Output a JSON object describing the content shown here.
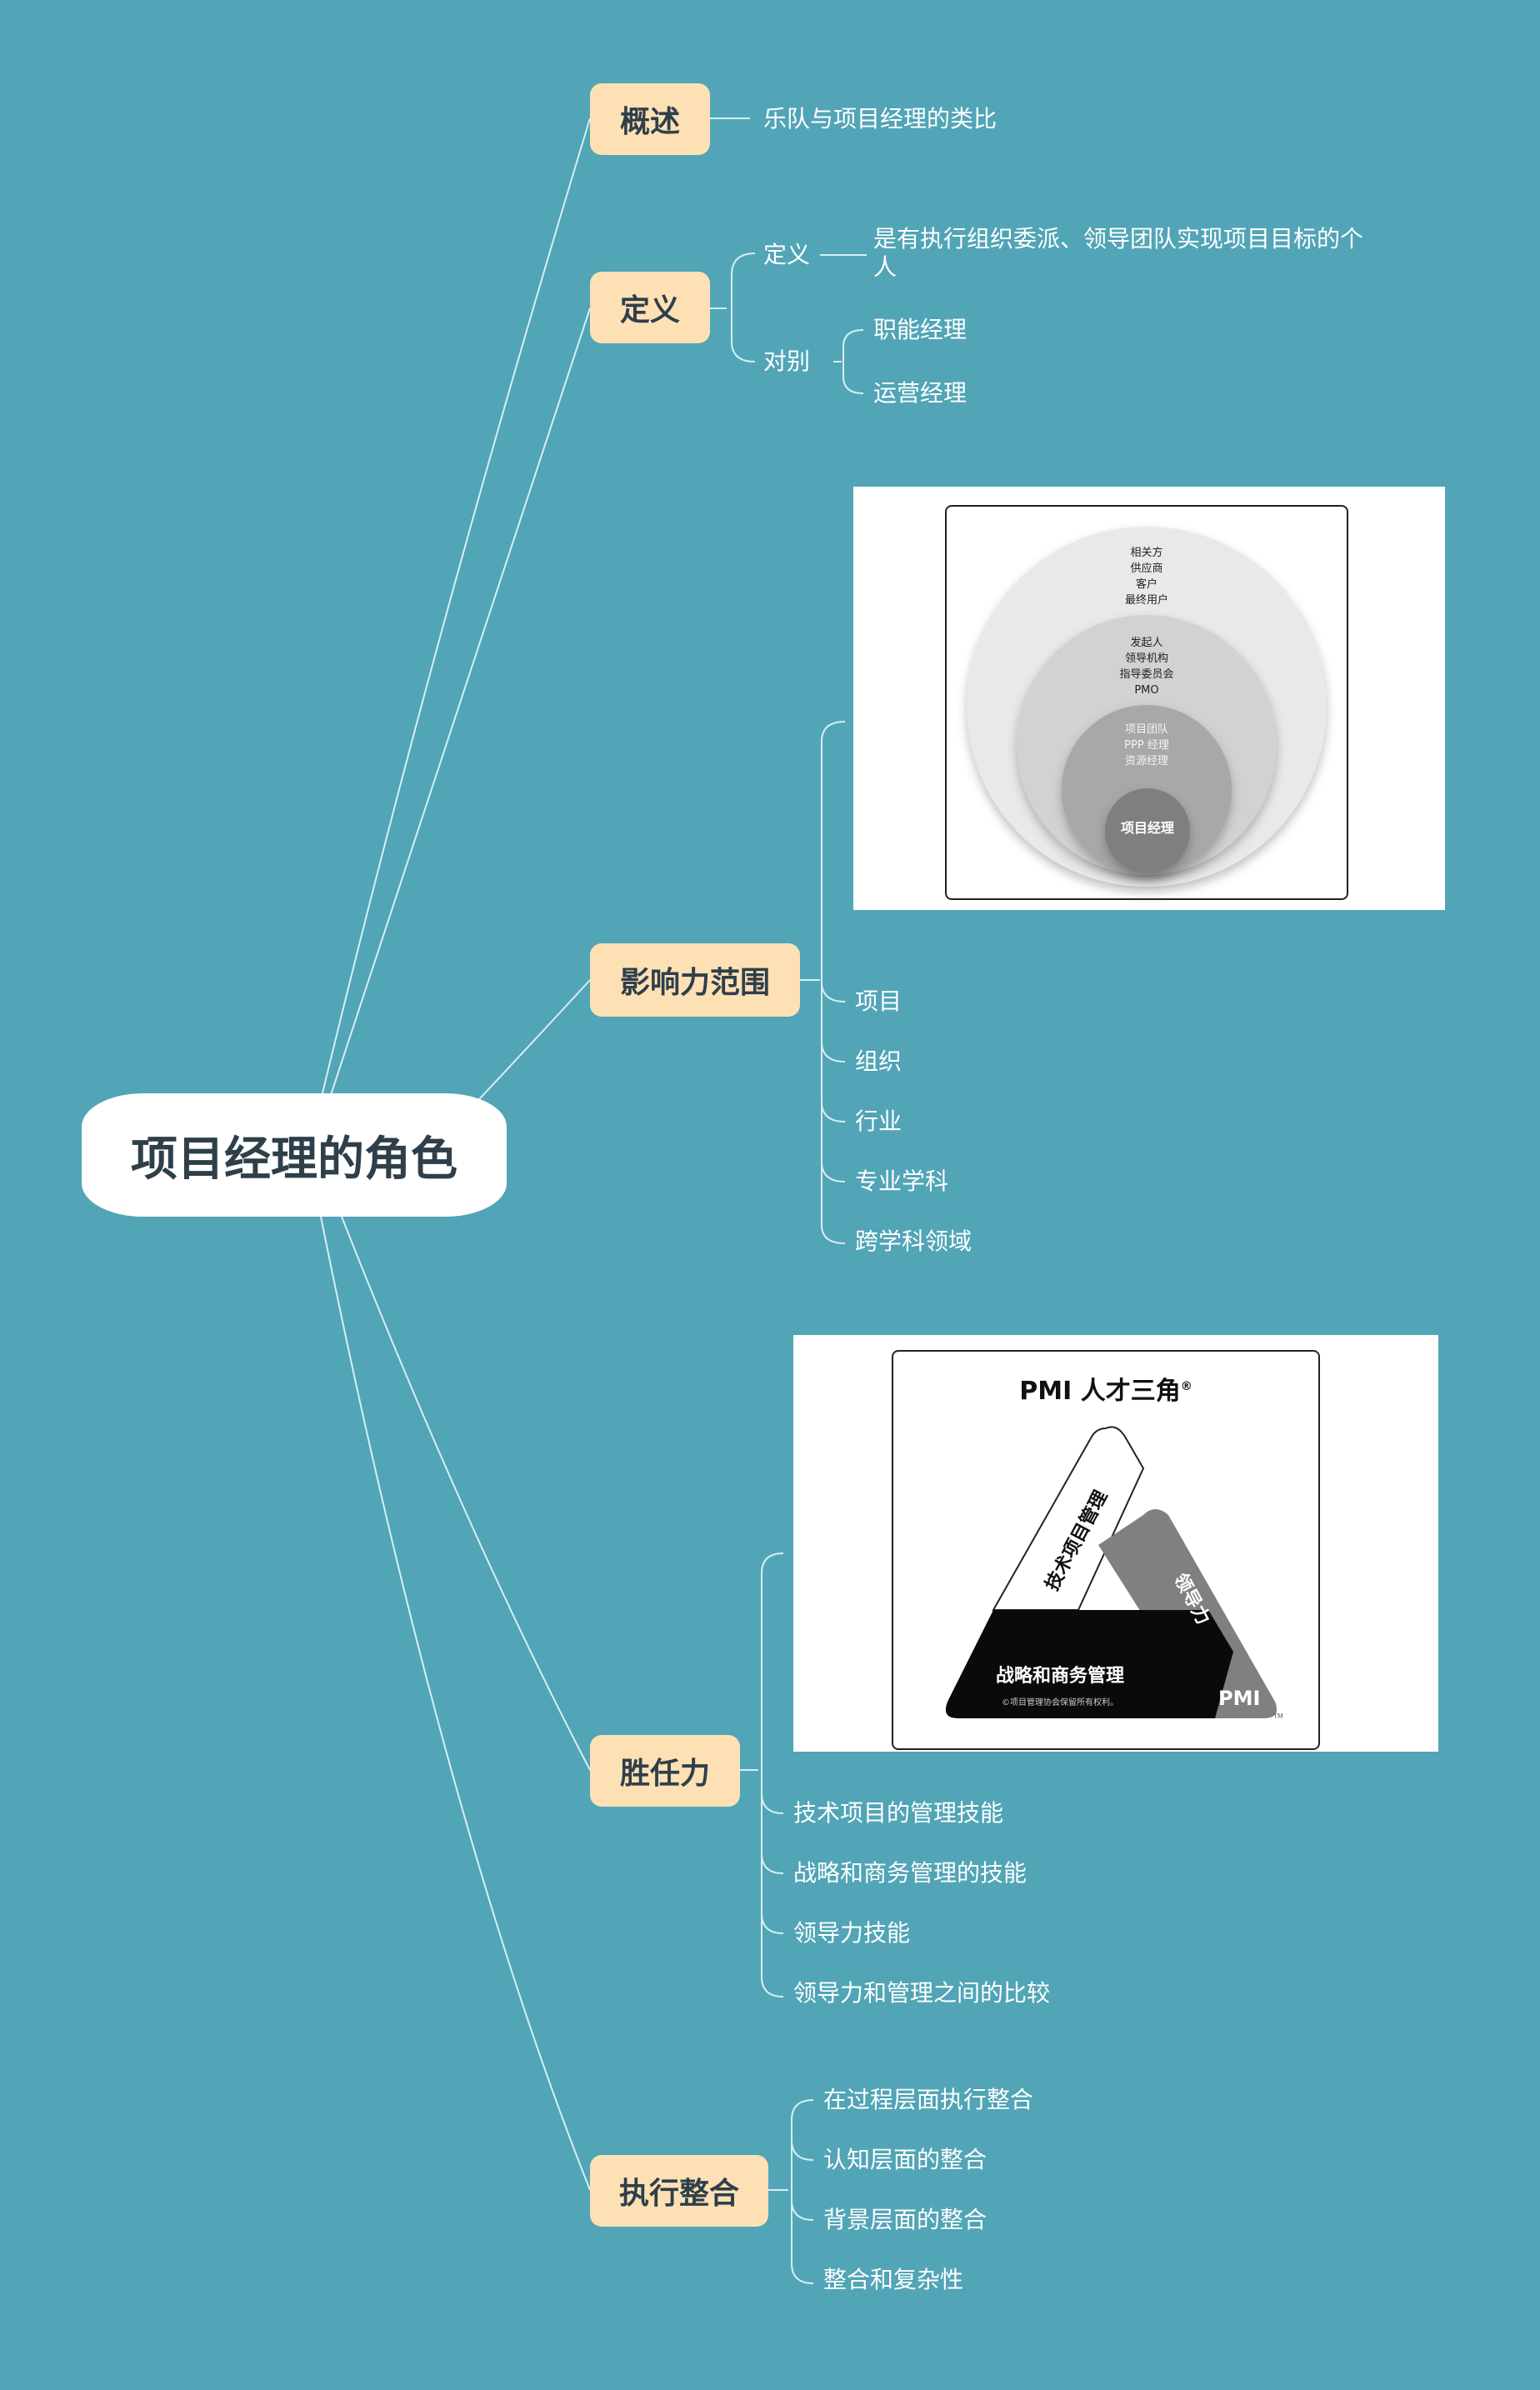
{
  "central": "项目经理的角色",
  "branches": {
    "overview": {
      "label": "概述",
      "children": [
        "乐队与项目经理的类比"
      ]
    },
    "definition": {
      "label": "定义",
      "def_label": "定义",
      "def_text_line1": "是有执行组织委派、领导团队实现项目目标的个",
      "def_text_line2": "人",
      "contrast_label": "对别",
      "contrast_children": [
        "职能经理",
        "运营经理"
      ]
    },
    "influence": {
      "label": "影响力范围",
      "children": [
        "项目",
        "组织",
        "行业",
        "专业学科",
        "跨学科领域"
      ],
      "diagram": {
        "ring1": [
          "相关方",
          "供应商",
          "客户",
          "最终用户"
        ],
        "ring2": [
          "发起人",
          "领导机构",
          "指导委员会",
          "PMO"
        ],
        "ring3": [
          "项目团队",
          "PPP 经理",
          "资源经理"
        ],
        "core": "项目经理"
      }
    },
    "competence": {
      "label": "胜任力",
      "children": [
        "技术项目的管理技能",
        "战略和商务管理的技能",
        "领导力技能",
        "领导力和管理之间的比较"
      ],
      "diagram": {
        "title": "PMI 人才三角",
        "registered": "®",
        "side_left": "技术项目管理",
        "side_right": "领导力",
        "side_bottom": "战略和商务管理",
        "copyright": "©项目管理协会保留所有权利。",
        "logo": "PMI",
        "tm": "TM"
      }
    },
    "integration": {
      "label": "执行整合",
      "children": [
        "在过程层面执行整合",
        "认知层面的整合",
        "背景层面的整合",
        "整合和复杂性"
      ]
    }
  },
  "colors": {
    "background": "#51a5b6",
    "main_node": "#fde1b5",
    "central_node": "#ffffff",
    "line": "#d8eef2"
  }
}
